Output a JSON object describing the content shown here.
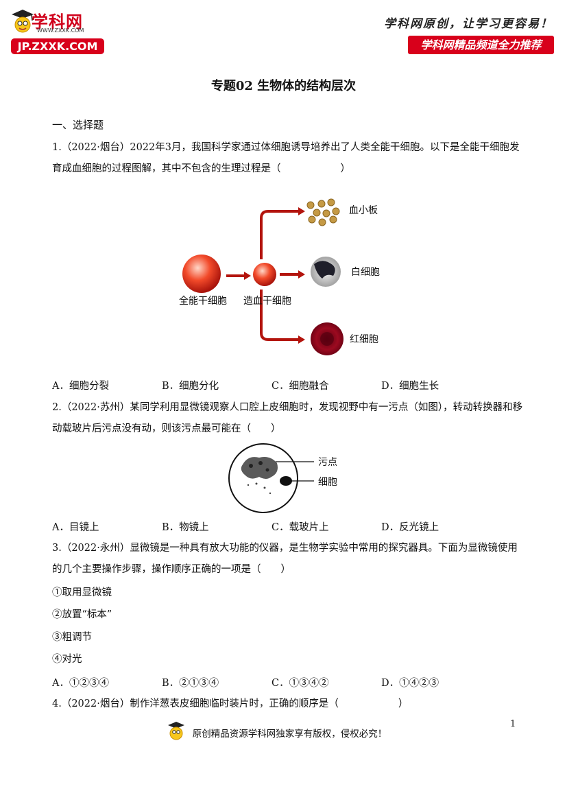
{
  "header": {
    "logo_text": "学科网",
    "logo_url": "WWW.ZXXK.COM",
    "badge": "JP.ZXXK.COM",
    "slogan": "学科网原创，让学习更容易！",
    "channel": "学科网精品频道全力推荐"
  },
  "title": "专题02  生物体的结构层次",
  "section": "一、选择题",
  "q1": {
    "line1": "1.（2022·烟台）2022年3月，我国科学家通过体细胞诱导培养出了人类全能干细胞。以下是全能干细胞发",
    "line2": "育成血细胞的过程图解，其中不包含的生理过程是（　　　　　　）",
    "figure": {
      "stem": "全能干细胞",
      "hematopoietic": "造血干细胞",
      "platelet": "血小板",
      "wbc": "白细胞",
      "rbc": "红细胞"
    },
    "options": [
      "A．细胞分裂",
      "B．细胞分化",
      "C．细胞融合",
      "D．细胞生长"
    ]
  },
  "q2": {
    "line1": "2.（2022·苏州）某同学利用显微镜观察人口腔上皮细胞时，发现视野中有一污点（如图），转动转换器和移",
    "line2": "动载玻片后污点没有动，则该污点最可能在（　　）",
    "figure": {
      "spot": "污点",
      "cell": "细胞"
    },
    "options": [
      "A．目镜上",
      "B．物镜上",
      "C．载玻片上",
      "D．反光镜上"
    ]
  },
  "q3": {
    "line1": "3.（2022·永州）显微镜是一种具有放大功能的仪器，是生物学实验中常用的探究器具。下面为显微镜使用",
    "line2": "的几个主要操作步骤，操作顺序正确的一项是（　　）",
    "steps": [
      "①取用显微镜",
      "②放置“标本”",
      "③粗调节",
      "④对光"
    ],
    "options": [
      "A．①②③④",
      "B．②①③④",
      "C．①③④②",
      "D．①④②③"
    ]
  },
  "q4": {
    "line1": "4.（2022·烟台）制作洋葱表皮细胞临时装片时，正确的顺序是（　　　　　　）"
  },
  "page_number": "1",
  "footer": "原创精品资源学科网独家享有版权，侵权必究！"
}
